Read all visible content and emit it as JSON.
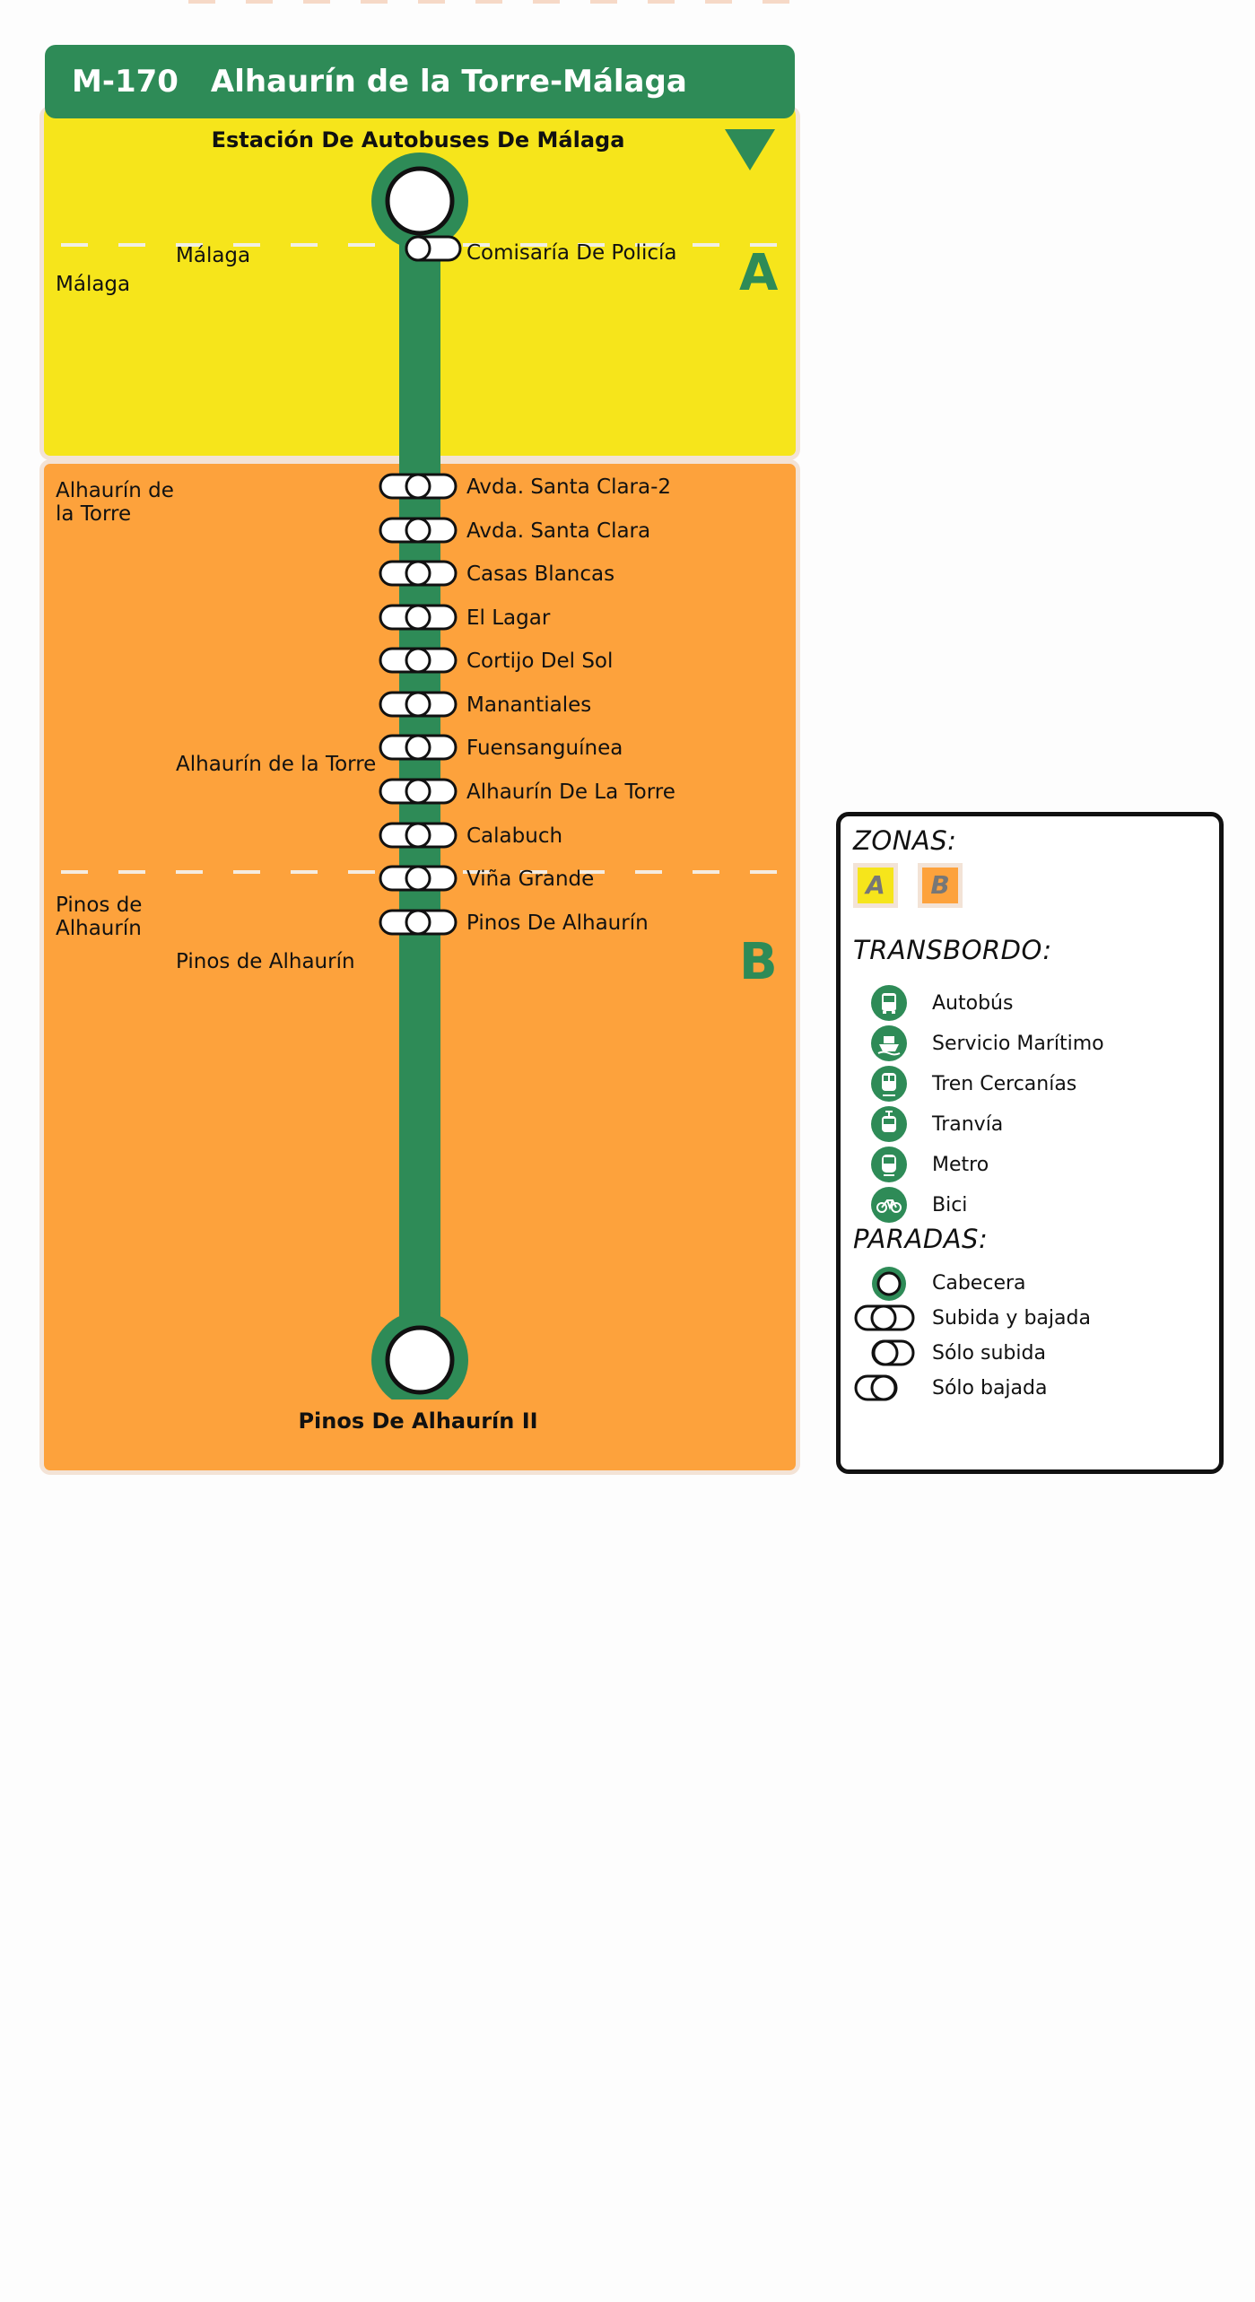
{
  "route": {
    "code": "M-170",
    "name": "Alhaurín de la Torre-Málaga"
  },
  "colors": {
    "route_green": "#2e8b57",
    "zone_a": "#f6e51b",
    "zone_b": "#fda23c",
    "zone_border": "#f3e3d6"
  },
  "termini": {
    "start": "Estación De Autobuses De Málaga",
    "end": "Pinos De Alhaurín II"
  },
  "zones": [
    {
      "letter": "A",
      "municipality": "Málaga",
      "town": "Málaga"
    },
    {
      "letter": "B",
      "municipality": "Alhaurín de\nla Torre",
      "town": "Alhaurín de la Torre"
    },
    {
      "letter": "",
      "municipality": "Pinos de\nAlhaurín",
      "town": "Pinos de Alhaurín"
    }
  ],
  "stops": [
    {
      "name": "Comisaría De Policía",
      "type": "solo_subida"
    },
    {
      "name": "Avda. Santa Clara-2",
      "type": "subida_y_bajada"
    },
    {
      "name": "Avda. Santa Clara",
      "type": "subida_y_bajada"
    },
    {
      "name": "Casas Blancas",
      "type": "subida_y_bajada"
    },
    {
      "name": "El Lagar",
      "type": "subida_y_bajada"
    },
    {
      "name": "Cortijo Del Sol",
      "type": "subida_y_bajada"
    },
    {
      "name": "Manantiales",
      "type": "subida_y_bajada"
    },
    {
      "name": "Fuensanguínea",
      "type": "subida_y_bajada"
    },
    {
      "name": "Alhaurín De La Torre",
      "type": "subida_y_bajada"
    },
    {
      "name": "Calabuch",
      "type": "subida_y_bajada"
    },
    {
      "name": "Viña Grande",
      "type": "subida_y_bajada"
    },
    {
      "name": "Pinos De Alhaurín",
      "type": "subida_y_bajada"
    }
  ],
  "legend": {
    "zones_title": "ZONAS:",
    "zone_chips": [
      "A",
      "B"
    ],
    "transfer_title": "TRANSBORDO:",
    "transfers": [
      {
        "icon": "bus-icon",
        "label": "Autobús"
      },
      {
        "icon": "ferry-icon",
        "label": "Servicio Marítimo"
      },
      {
        "icon": "train-icon",
        "label": "Tren Cercanías"
      },
      {
        "icon": "tram-icon",
        "label": "Tranvía"
      },
      {
        "icon": "metro-icon",
        "label": "Metro"
      },
      {
        "icon": "bike-icon",
        "label": "Bici"
      }
    ],
    "stops_title": "PARADAS:",
    "stop_types": [
      {
        "icon": "terminus-icon",
        "label": "Cabecera"
      },
      {
        "icon": "board-alight-icon",
        "label": "Subida y bajada"
      },
      {
        "icon": "board-only-icon",
        "label": "Sólo subida"
      },
      {
        "icon": "alight-only-icon",
        "label": "Sólo bajada"
      }
    ]
  }
}
